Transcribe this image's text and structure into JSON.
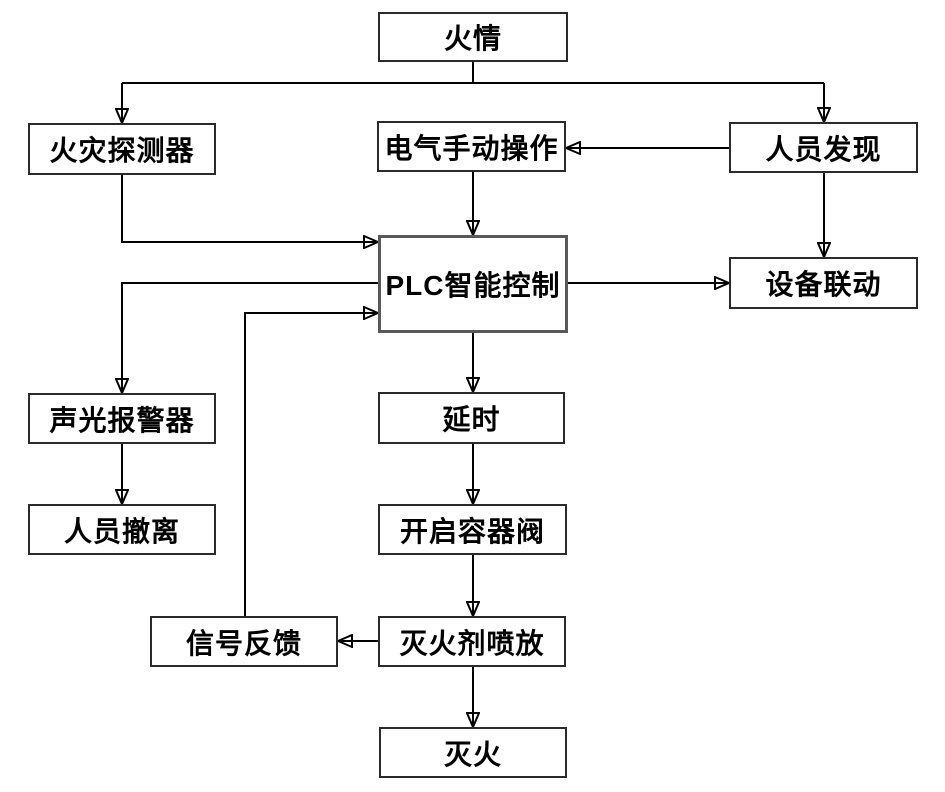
{
  "diagram": {
    "nodes": [
      {
        "id": "fire",
        "label": "火情"
      },
      {
        "id": "fire-detector",
        "label": "火灾探测器"
      },
      {
        "id": "manual-operation",
        "label": "电气手动操作"
      },
      {
        "id": "person-discovery",
        "label": "人员发现"
      },
      {
        "id": "plc-control",
        "label": "PLC智能控制"
      },
      {
        "id": "equipment-linkage",
        "label": "设备联动"
      },
      {
        "id": "sound-light-alarm",
        "label": "声光报警器"
      },
      {
        "id": "delay",
        "label": "延时"
      },
      {
        "id": "evacuation",
        "label": "人员撤离"
      },
      {
        "id": "open-container-valve",
        "label": "开启容器阀"
      },
      {
        "id": "signal-feedback",
        "label": "信号反馈"
      },
      {
        "id": "agent-discharge",
        "label": "灭火剂喷放"
      },
      {
        "id": "extinguish",
        "label": "灭火"
      }
    ],
    "edges": [
      {
        "from": "fire",
        "to": "fire-detector"
      },
      {
        "from": "fire",
        "to": "person-discovery"
      },
      {
        "from": "person-discovery",
        "to": "manual-operation"
      },
      {
        "from": "manual-operation",
        "to": "plc-control"
      },
      {
        "from": "fire-detector",
        "to": "plc-control"
      },
      {
        "from": "plc-control",
        "to": "sound-light-alarm"
      },
      {
        "from": "sound-light-alarm",
        "to": "evacuation"
      },
      {
        "from": "signal-feedback",
        "to": "plc-control"
      },
      {
        "from": "plc-control",
        "to": "equipment-linkage"
      },
      {
        "from": "person-discovery",
        "to": "equipment-linkage"
      },
      {
        "from": "plc-control",
        "to": "delay"
      },
      {
        "from": "delay",
        "to": "open-container-valve"
      },
      {
        "from": "open-container-valve",
        "to": "agent-discharge"
      },
      {
        "from": "agent-discharge",
        "to": "signal-feedback"
      },
      {
        "from": "agent-discharge",
        "to": "extinguish"
      }
    ],
    "colors": {
      "background": "#ffffff",
      "line": "#000000",
      "box_border": "#2b2b2b",
      "plc_border": "#595959",
      "text": "#000000"
    }
  }
}
